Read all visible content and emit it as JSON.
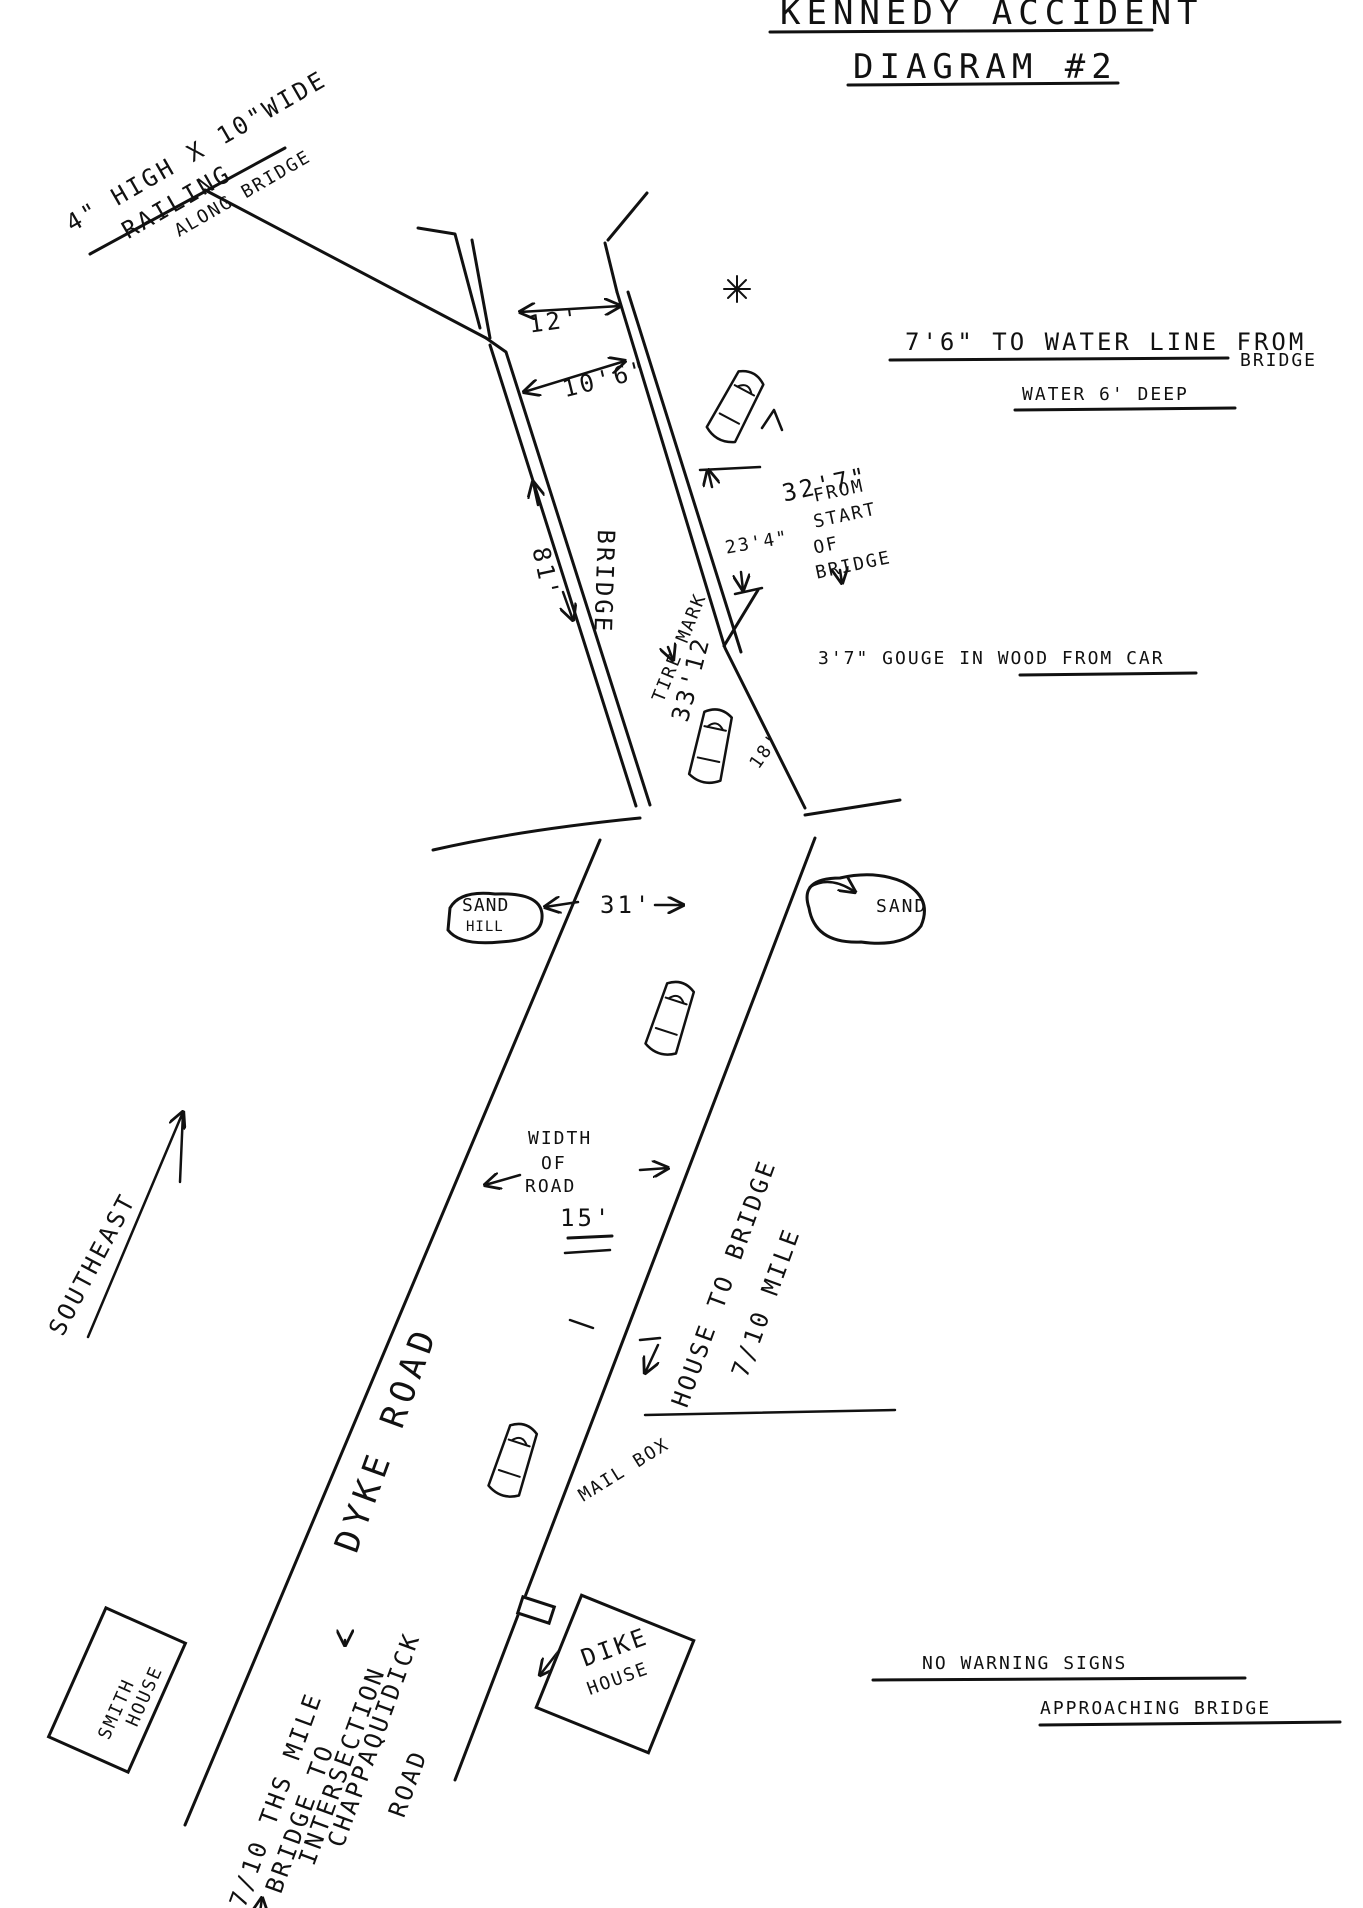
{
  "title": "KENNEDY ACCIDENT",
  "subtitle": "DIAGRAM #2",
  "labels": {
    "railing": "4\" HIGH X 10\"WIDE",
    "railing2": "RAILING",
    "railing3": "ALONG BRIDGE",
    "width_12": "12'",
    "width_10_6": "10'6\"",
    "bridge": "BRIDGE",
    "length_81": "81'",
    "dist_23_4": "23'4\"",
    "dist_32_7": "32'7\"",
    "from": "FROM",
    "start": "START",
    "of": "OF",
    "of_bridge": "BRIDGE",
    "tire_mark": "TIRE MARK",
    "tire_33": "33'12",
    "gap_18": "18'",
    "water_line": "7'6\" TO WATER LINE FROM",
    "water_line2": "BRIDGE",
    "water_deep": "WATER 6' DEEP",
    "gouge": "3'7\" GOUGE IN WOOD FROM CAR",
    "sand_hill": "SAND",
    "sand_hill2": "HILL",
    "width_31": "31'",
    "sand": "SAND",
    "width_of": "WIDTH",
    "width_of2": "OF",
    "width_of3": "ROAD",
    "width_15": "15'",
    "southeast": "SOUTHEAST",
    "dyke_road": "DYKE  ROAD",
    "house_to_bridge": "HOUSE TO BRIDGE",
    "house_to_bridge2": "7/10 MILE",
    "mail_box": "MAIL BOX",
    "dike_house": "DIKE",
    "dike_house2": "HOUSE",
    "smith_house": "SMITH",
    "smith_house2": "HOUSE",
    "mile1": "7/10 THS MILE",
    "mile2": "BRIDGE TO",
    "mile3": "INTERSECTION",
    "mile4": "CHAPPAQUIDICK",
    "mile5": "ROAD",
    "no_warning": "NO  WARNING  SIGNS",
    "approaching": "APPROACHING  BRIDGE"
  }
}
